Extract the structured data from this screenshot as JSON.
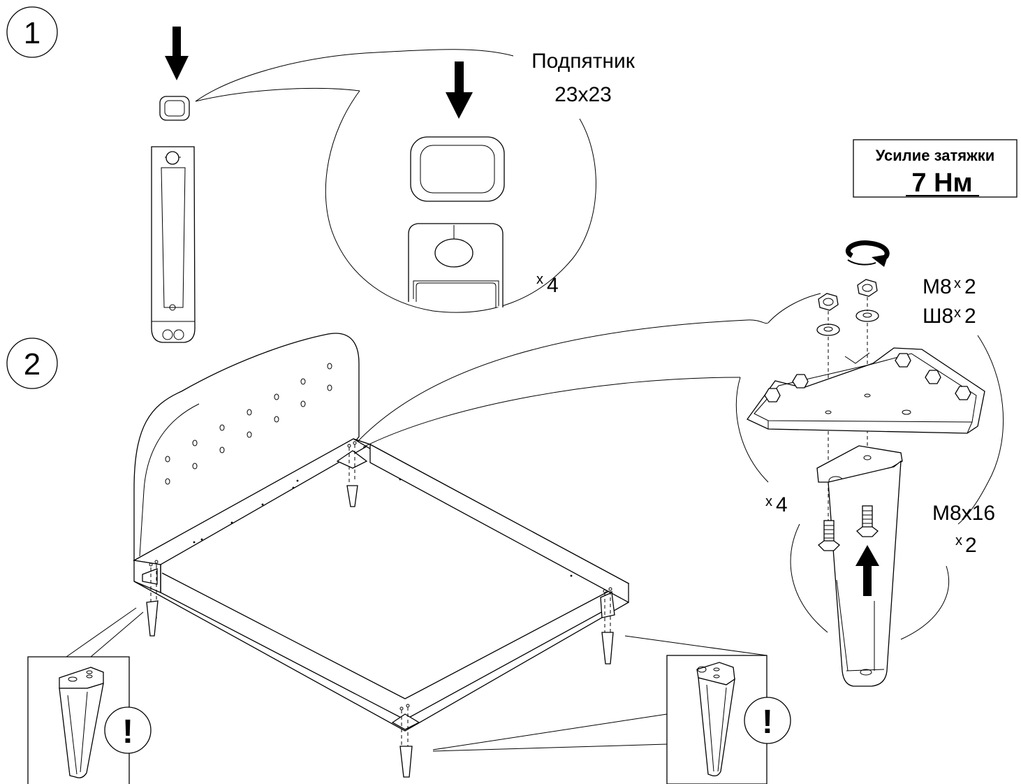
{
  "steps": [
    {
      "number": "1"
    },
    {
      "number": "2"
    }
  ],
  "step1": {
    "part_name_line1": "Подпятник",
    "part_name_line2": "23x23",
    "quantity_x": "x",
    "quantity": "4"
  },
  "torque": {
    "label": "Усилие затяжки",
    "value": "7 Нм"
  },
  "hardware": {
    "nut_label": "M8",
    "nut_x": "x",
    "nut_qty": "2",
    "washer_label": "Ш8",
    "washer_x": "x",
    "washer_qty": "2",
    "bolt_label": "M8x16",
    "bolt_x": "x",
    "bolt_qty": "2",
    "detail_x": "x",
    "detail_qty": "4"
  },
  "warnings": [
    {
      "mark": "!"
    },
    {
      "mark": "!"
    }
  ],
  "icons": [
    "down-arrow-icon",
    "rotate-arrow-icon",
    "up-arrow-icon",
    "exclamation-icon"
  ]
}
